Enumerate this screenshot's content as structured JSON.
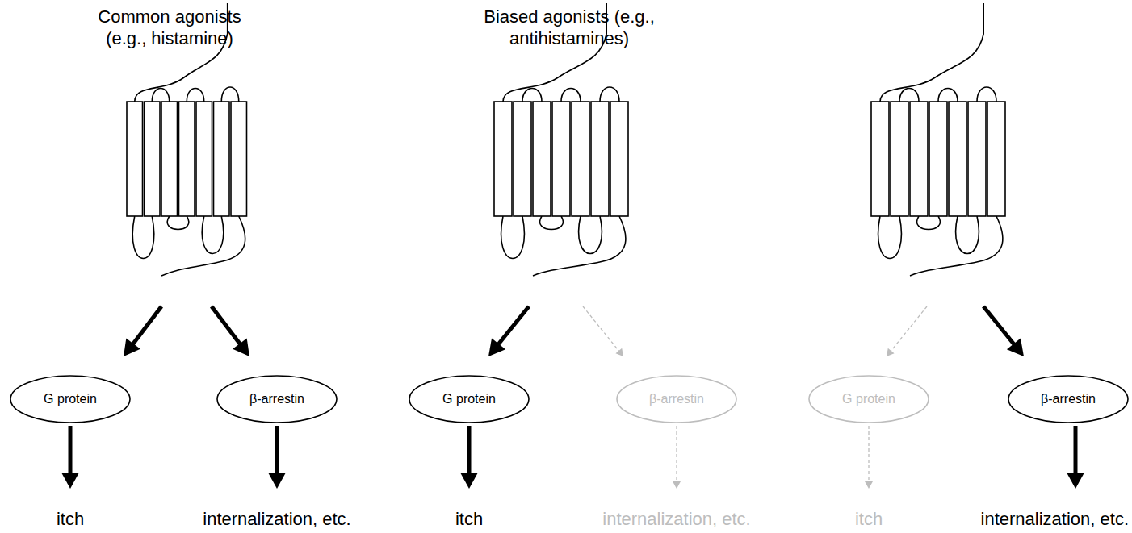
{
  "diagram": {
    "nodes": [
      {
        "text": [
          "G protein"
        ]
      },
      {
        "text": [
          "β-arrestin"
        ]
      },
      {
        "text": [
          "G protein"
        ]
      },
      {
        "text": [
          "β-arrestin"
        ]
      },
      {
        "text": [
          "G protein"
        ]
      },
      {
        "text": [
          "β-arrestin"
        ]
      }
    ],
    "labels": [
      "Common agonists (e.g., histamine)",
      "Biased agonists (e.g., antihistamines)",
      "itch",
      "internalization, etc.",
      "itch",
      "internalization, etc.",
      "itch",
      "internalization, etc."
    ]
  }
}
